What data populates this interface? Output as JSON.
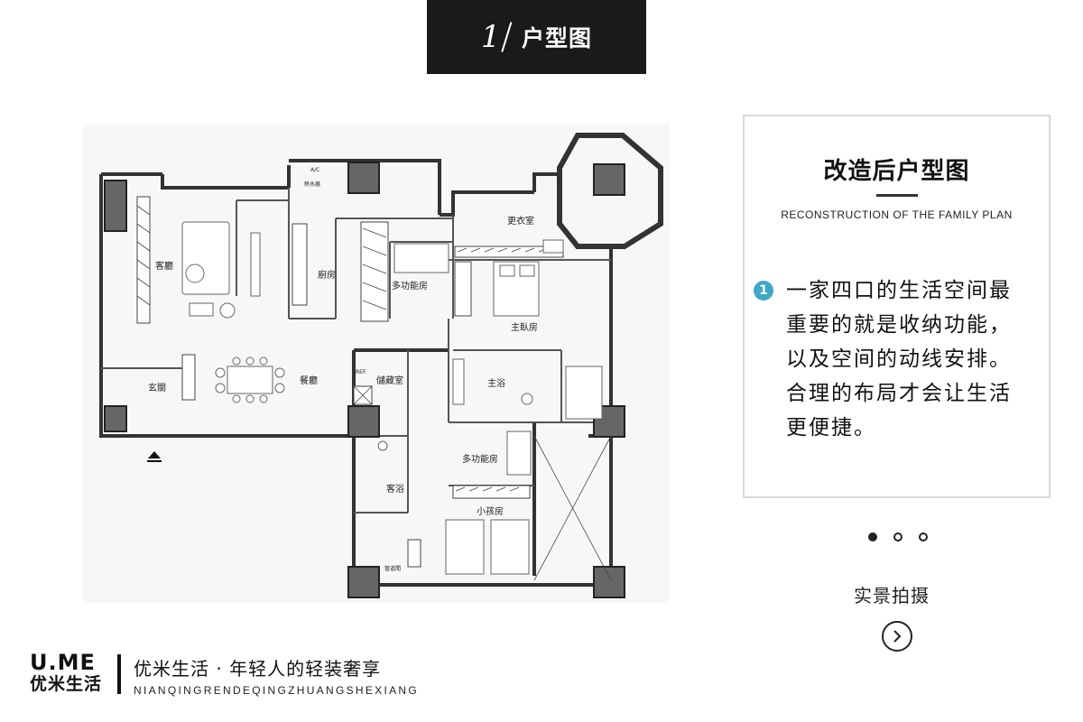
{
  "header": {
    "section_number": "1",
    "section_title": "户型图"
  },
  "floorplan": {
    "rooms": {
      "living_room": "客廳",
      "kitchen": "廚房",
      "multi_room_1": "多功能房",
      "walk_in_closet": "更衣室",
      "master_bedroom": "主臥房",
      "entrance": "玄關",
      "dining_room": "餐廳",
      "storage_room": "儲藏室",
      "master_bath": "主浴",
      "multi_room_2": "多功能房",
      "guest_bath": "客浴",
      "kids_room": "小孩房"
    },
    "small_labels": {
      "ac": "A/C",
      "water_heater": "熱水器",
      "ref": "REF.",
      "pipe": "管道間"
    }
  },
  "card": {
    "title": "改造后户型图",
    "subtitle": "RECONSTRUCTION OF THE FAMILY PLAN",
    "badge": "1",
    "body": "一家四口的生活空间最重要的就是收纳功能，以及空间的动线安排。合理的布局才会让生活更便捷。"
  },
  "carousel": {
    "total": 3,
    "active": 1
  },
  "nav": {
    "real_photos_label": "实景拍摄"
  },
  "brand": {
    "logo_en": "U.ME",
    "logo_cn": "优米生活",
    "tagline": "优米生活 · 年轻人的轻装奢享",
    "tagline_pinyin": "NIANQINGRENDEQINGZHUANGSHEXIANG"
  },
  "icons": {
    "next": "chevron-right-circle-icon",
    "entrance": "entrance-triangle-icon"
  }
}
